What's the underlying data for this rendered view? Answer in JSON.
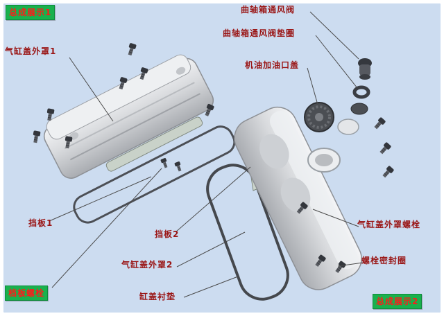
{
  "diagram": {
    "background_color": "#ccdcf0",
    "frame_color": "#ffffff",
    "label_color": "#9a1616",
    "badge_bg_color": "#19b14d",
    "badge_text_color": "#ff1a1a",
    "leader_line_color": "#4a4a4a",
    "metal_color": "#d8dadd",
    "bolt_color": "#33363c"
  },
  "badges": [
    {
      "text": "总成展示1"
    },
    {
      "text": "总成展示2"
    }
  ],
  "callouts": [
    {
      "part": "cylinder-head-cover-1",
      "text": "气缸盖外罩1"
    },
    {
      "part": "crankcase-vent-valve",
      "text": "曲轴箱通风阀"
    },
    {
      "part": "crankcase-vent-valve-gasket",
      "text": "曲轴箱通风阀垫圈"
    },
    {
      "part": "oil-filler-cap",
      "text": "机油加油口盖"
    },
    {
      "part": "baffle-1",
      "text": "挡板1"
    },
    {
      "part": "baffle-2",
      "text": "挡板2"
    },
    {
      "part": "cylinder-head-cover-2",
      "text": "气缸盖外罩2"
    },
    {
      "part": "head-cover-gasket",
      "text": "缸盖衬垫"
    },
    {
      "part": "baffle-bolt",
      "text": "档板螺栓"
    },
    {
      "part": "head-cover-bolt",
      "text": "气缸盖外罩螺栓"
    },
    {
      "part": "bolt-seal-ring",
      "text": "螺栓密封圈"
    }
  ]
}
